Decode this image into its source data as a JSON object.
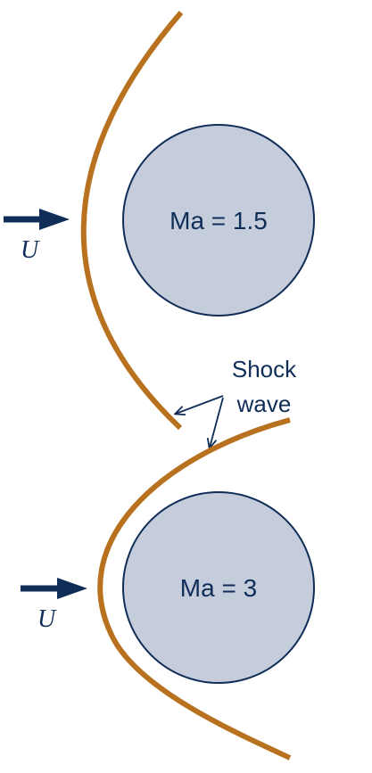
{
  "colors": {
    "shock": "#B8721F",
    "sphere_fill": "#C5CDDC",
    "sphere_stroke": "#0F2D57",
    "arrow": "#0F2D57",
    "text": "#0F2D57"
  },
  "top_case": {
    "mach_label": "Ma = 1.5",
    "velocity_label": "U"
  },
  "bottom_case": {
    "mach_label": "Ma = 3",
    "velocity_label": "U"
  },
  "annotation": {
    "line1": "Shock",
    "line2": "wave"
  }
}
